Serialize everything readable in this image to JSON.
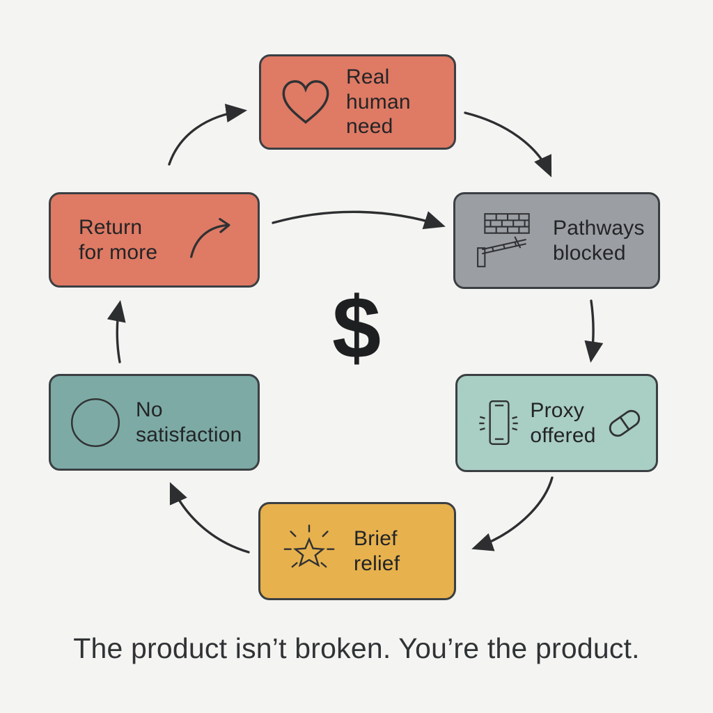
{
  "diagram": {
    "center_symbol": "$",
    "caption": "The product isn’t broken. You’re the product.",
    "nodes": [
      {
        "id": "real-human-need",
        "label": "Real\nhuman\nneed",
        "icon": "heart-icon",
        "color": "#df7a64",
        "text_color": "#222426"
      },
      {
        "id": "pathways-blocked",
        "label": "Pathways\nblocked",
        "icon": "barrier-wall-icon",
        "color": "#9b9ea3",
        "text_color": "#222426"
      },
      {
        "id": "proxy-offered",
        "label": "Proxy\noffered",
        "icon": "phone-icon",
        "icon_right": "pill-icon",
        "color": "#a9cec4",
        "text_color": "#222426"
      },
      {
        "id": "brief-relief",
        "label": "Brief\nrelief",
        "icon": "sparkle-star-icon",
        "color": "#e7b14d",
        "text_color": "#222426"
      },
      {
        "id": "no-satisfaction",
        "label": "No\nsatisfaction",
        "icon": "circle-icon",
        "color": "#7daaa5",
        "text_color": "#222426"
      },
      {
        "id": "return-for-more",
        "label": "Return\nfor more",
        "icon": "curved-arrow-icon",
        "color": "#df7a64",
        "text_color": "#222426"
      }
    ],
    "edges": [
      {
        "from": "no-satisfaction",
        "to": "return-for-more"
      },
      {
        "from": "return-for-more",
        "to": "real-human-need"
      },
      {
        "from": "real-human-need",
        "to": "pathways-blocked"
      },
      {
        "from": "return-for-more",
        "to": "pathways-blocked"
      },
      {
        "from": "pathways-blocked",
        "to": "proxy-offered"
      },
      {
        "from": "proxy-offered",
        "to": "brief-relief"
      },
      {
        "from": "brief-relief",
        "to": "no-satisfaction"
      }
    ],
    "arrow_color": "#2c2e30",
    "background_color": "#f4f4f2"
  }
}
